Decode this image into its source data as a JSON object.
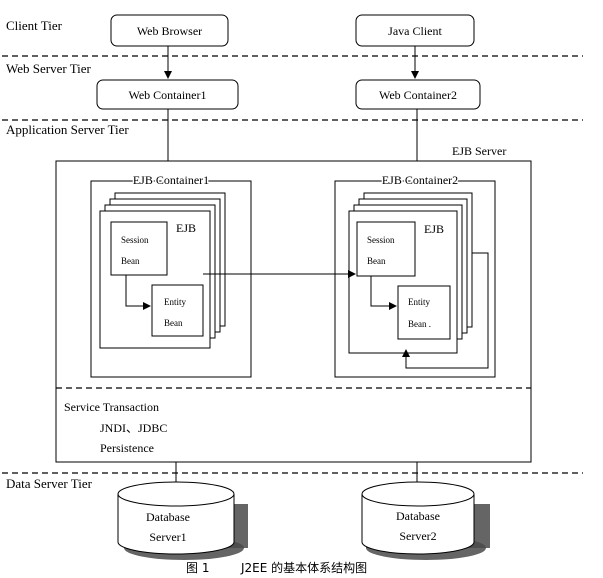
{
  "tiers": {
    "client": "Client Tier",
    "web_server": "Web Server Tier",
    "application_server": "Application Server Tier",
    "data_server": "Data Server Tier"
  },
  "client": {
    "web_browser": "Web Browser",
    "java_client": "Java Client"
  },
  "web": {
    "container1": "Web Container1",
    "container2": "Web Container2"
  },
  "app": {
    "ejb_server": "EJB Server",
    "ejb_container1": "EJB Container1",
    "ejb_container2": "EJB Container2",
    "ejb": "EJB",
    "session": "Session",
    "bean": "Bean",
    "entity": "Entity",
    "entity_bean_2": "Bean .",
    "service_transaction": "Service Transaction",
    "jndi_jdbc": "JNDI、JDBC",
    "persistence": "Persistence"
  },
  "data": {
    "database": "Database",
    "server1": "Server1",
    "server2": "Server2"
  },
  "caption": {
    "figure": "图 1",
    "title": "J2EE 的基本体系结构图"
  }
}
